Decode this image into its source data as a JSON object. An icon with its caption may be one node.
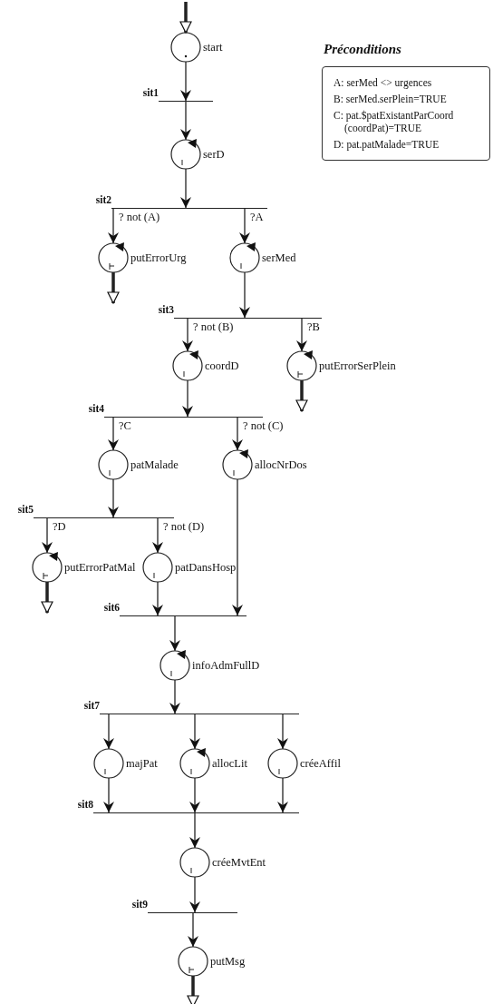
{
  "diagram": {
    "nodes": [
      {
        "text": [
          "start"
        ]
      },
      {
        "text": [
          "sit1"
        ]
      },
      {
        "text": [
          "serD"
        ]
      },
      {
        "text": [
          "sit2"
        ]
      },
      {
        "text": [
          "putErrorUrg"
        ]
      },
      {
        "text": [
          "serMed"
        ]
      },
      {
        "text": [
          "sit3"
        ]
      },
      {
        "text": [
          "coordD"
        ]
      },
      {
        "text": [
          "putErrorSerPlein"
        ]
      },
      {
        "text": [
          "sit4"
        ]
      },
      {
        "text": [
          "patMalade"
        ]
      },
      {
        "text": [
          "allocNrDos"
        ]
      },
      {
        "text": [
          "sit5"
        ]
      },
      {
        "text": [
          "putErrorPatMal"
        ]
      },
      {
        "text": [
          "patDansHosp"
        ]
      },
      {
        "text": [
          "sit6"
        ]
      },
      {
        "text": [
          "infoAdmFullD"
        ]
      },
      {
        "text": [
          "sit7"
        ]
      },
      {
        "text": [
          "majPat"
        ]
      },
      {
        "text": [
          "allocLit"
        ]
      },
      {
        "text": [
          "créeAffil"
        ]
      },
      {
        "text": [
          "sit8"
        ]
      },
      {
        "text": [
          "créeMvtEnt"
        ]
      },
      {
        "text": [
          "sit9"
        ]
      },
      {
        "text": [
          "putMsg"
        ]
      },
      {
        "text": [
          "Préconditions",
          "A: serMed <> urgences",
          "B: serMed.serPlein=TRUE",
          "C: pat.$patExistantParCoord (coordPat)=TRUE",
          "D: pat.patMalade=TRUE"
        ]
      }
    ],
    "edges": [
      {
        "from": null,
        "to": 0,
        "arrow": "to",
        "style": "thick"
      },
      {
        "from": 0,
        "to": 1,
        "arrow": "to"
      },
      {
        "from": 1,
        "to": 2,
        "arrow": "to"
      },
      {
        "from": 2,
        "to": 3,
        "arrow": "to"
      },
      {
        "from": 3,
        "to": 4,
        "arrow": "to",
        "label": "? not (A)"
      },
      {
        "from": 3,
        "to": 5,
        "arrow": "to",
        "label": "?A"
      },
      {
        "from": 4,
        "to": null,
        "arrow": "to",
        "style": "thick"
      },
      {
        "from": 5,
        "to": 6,
        "arrow": "to"
      },
      {
        "from": 6,
        "to": 7,
        "arrow": "to",
        "label": "? not (B)"
      },
      {
        "from": 6,
        "to": 8,
        "arrow": "to",
        "label": "?B"
      },
      {
        "from": 8,
        "to": null,
        "arrow": "to",
        "style": "thick"
      },
      {
        "from": 7,
        "to": 9,
        "arrow": "to"
      },
      {
        "from": 9,
        "to": 10,
        "arrow": "to",
        "label": "?C"
      },
      {
        "from": 9,
        "to": 11,
        "arrow": "to",
        "label": "? not (C)"
      },
      {
        "from": 10,
        "to": 12,
        "arrow": "to"
      },
      {
        "from": 12,
        "to": 13,
        "arrow": "to",
        "label": "?D"
      },
      {
        "from": 12,
        "to": 14,
        "arrow": "to",
        "label": "? not (D)"
      },
      {
        "from": 13,
        "to": null,
        "arrow": "to",
        "style": "thick"
      },
      {
        "from": 14,
        "to": 15,
        "arrow": "to"
      },
      {
        "from": 11,
        "to": 15,
        "arrow": "to"
      },
      {
        "from": 15,
        "to": 16,
        "arrow": "to"
      },
      {
        "from": 16,
        "to": 17,
        "arrow": "to"
      },
      {
        "from": 17,
        "to": 18,
        "arrow": "to"
      },
      {
        "from": 17,
        "to": 19,
        "arrow": "to"
      },
      {
        "from": 17,
        "to": 20,
        "arrow": "to"
      },
      {
        "from": 18,
        "to": 21,
        "arrow": "to"
      },
      {
        "from": 19,
        "to": 21,
        "arrow": "to"
      },
      {
        "from": 20,
        "to": 21,
        "arrow": "to"
      },
      {
        "from": 21,
        "to": 22,
        "arrow": "to"
      },
      {
        "from": 22,
        "to": 23,
        "arrow": "to"
      },
      {
        "from": 23,
        "to": 24,
        "arrow": "to"
      },
      {
        "from": 24,
        "to": null,
        "arrow": "to",
        "style": "thick"
      }
    ]
  }
}
